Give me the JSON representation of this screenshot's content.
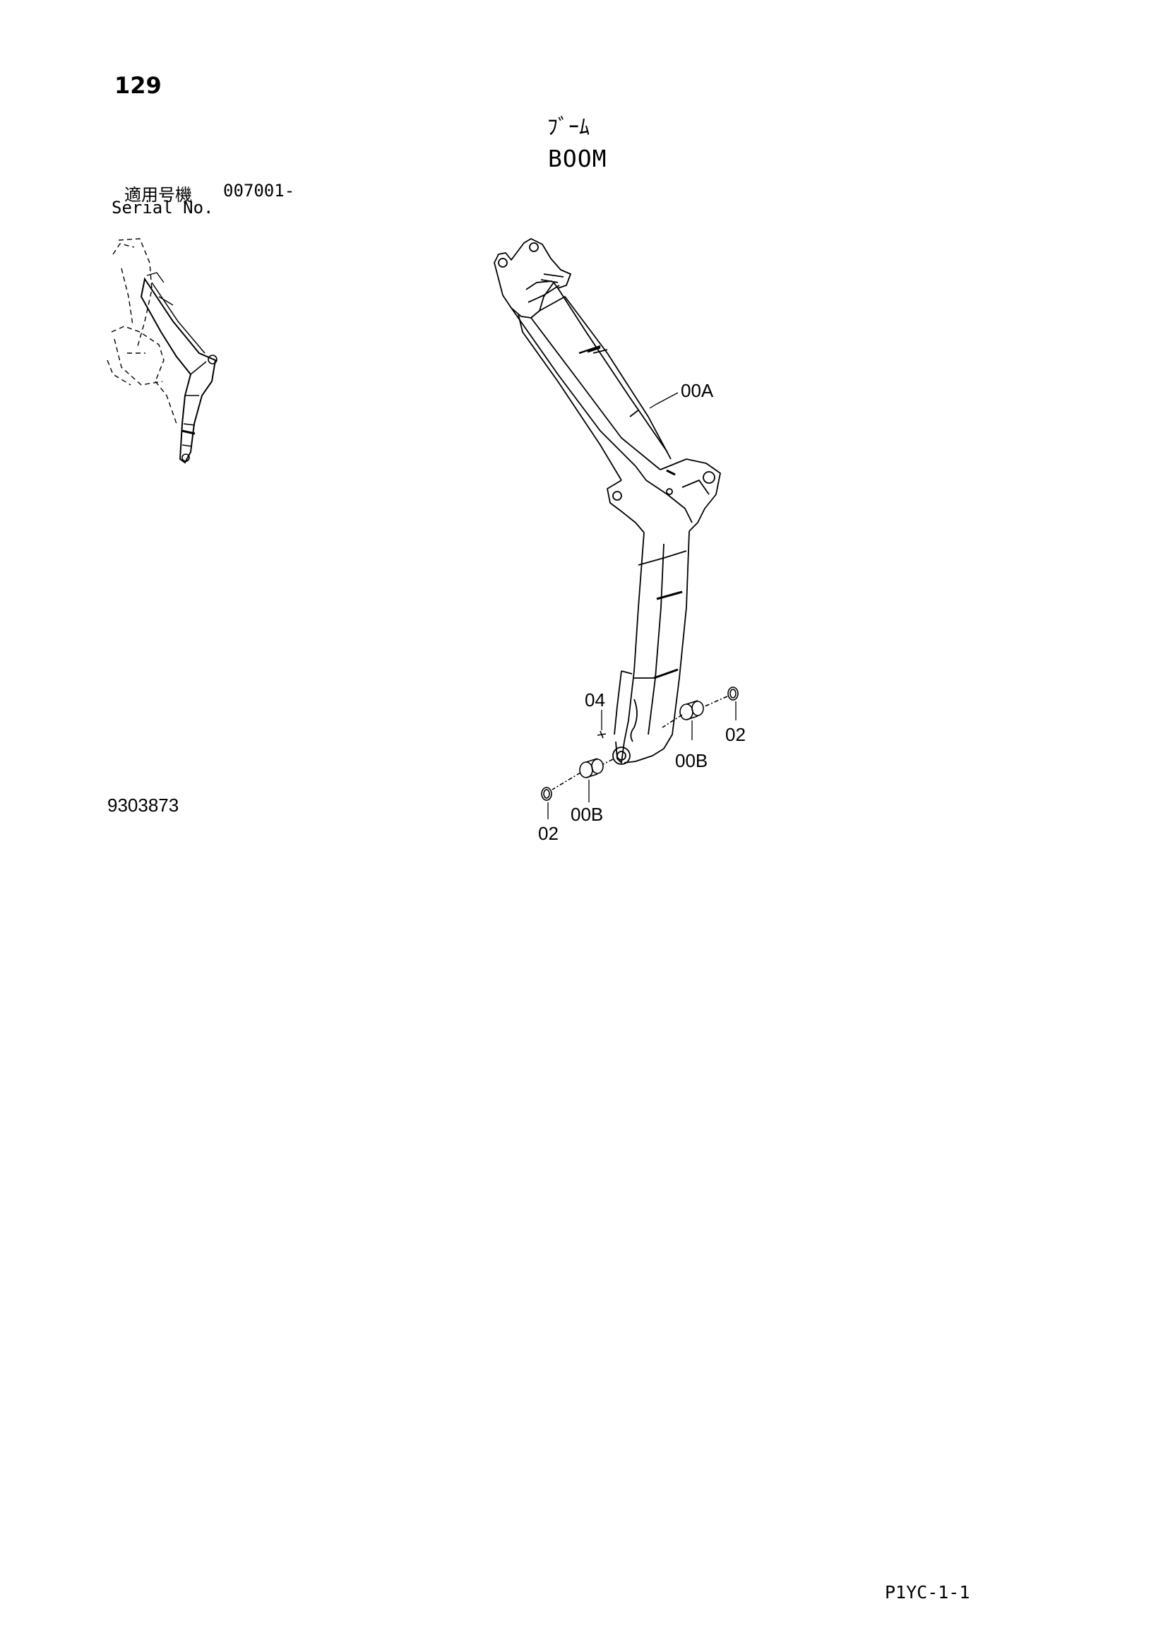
{
  "page": {
    "number": "129",
    "title_jp": "ﾌﾞｰﾑ",
    "title_en": "BOOM",
    "serial_label_jp": "適用号機",
    "serial_range": "007001-",
    "serial_label_en": "Serial No.",
    "drawing_number": "9303873",
    "page_code": "P1YC-1-1"
  },
  "callouts": [
    {
      "ref": "00A"
    },
    {
      "ref": "04"
    },
    {
      "ref": "02"
    },
    {
      "ref": "00B"
    },
    {
      "ref": "00B"
    },
    {
      "ref": "02"
    }
  ]
}
